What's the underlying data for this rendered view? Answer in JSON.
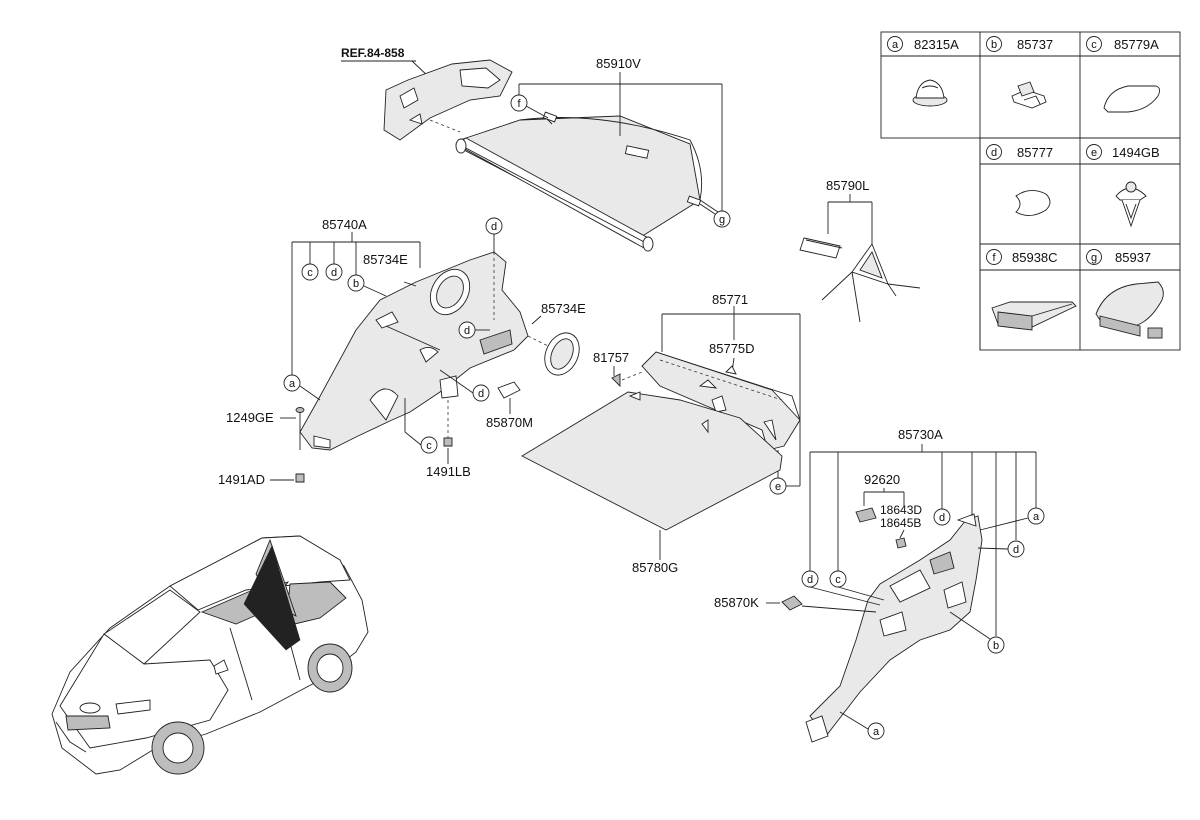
{
  "reference": "REF.84-858",
  "callout_letters": {
    "a": "a",
    "b": "b",
    "c": "c",
    "d": "d",
    "e": "e",
    "f": "f",
    "g": "g"
  },
  "part_labels": {
    "cargo_cover": "85910V",
    "left_trim": "85740A",
    "left_trim_cover": "85734E",
    "left_trim_cover_2": "85734E",
    "screw_1": "1249GE",
    "screw_2": "1491AD",
    "bolt": "1491LB",
    "garnish": "85870M",
    "transverse_trim": "85771",
    "clip_81757": "81757",
    "transverse_sub": "85775D",
    "luggage_mat": "85780G",
    "warning_triangle": "85790L",
    "right_trim": "85730A",
    "lamp_assy": "92620",
    "bulb_1": "18643D",
    "bulb_2": "18645B",
    "garnish_r": "85870K"
  },
  "legend": {
    "row1": [
      {
        "letter": "a",
        "code": "82315A"
      },
      {
        "letter": "b",
        "code": "85737"
      },
      {
        "letter": "c",
        "code": "85779A"
      }
    ],
    "row2": [
      {
        "letter": "d",
        "code": "85777"
      },
      {
        "letter": "e",
        "code": "1494GB"
      }
    ],
    "row3": [
      {
        "letter": "f",
        "code": "85938C"
      },
      {
        "letter": "g",
        "code": "85937"
      }
    ]
  }
}
